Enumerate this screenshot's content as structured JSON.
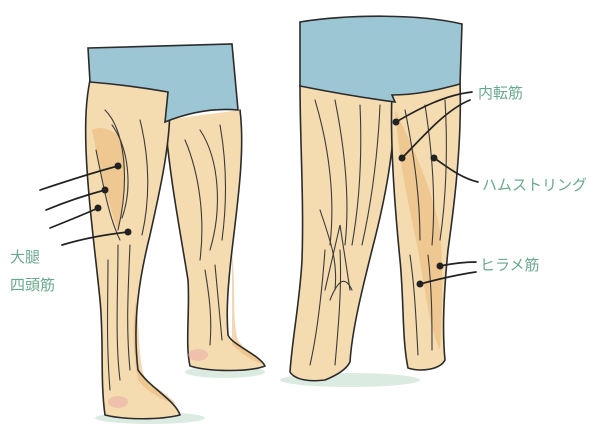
{
  "labels": {
    "quadriceps_line1": "大腿",
    "quadriceps_line2": "四頭筋",
    "adductors": "内転筋",
    "hamstrings": "ハムストリング",
    "soleus": "ヒラメ筋"
  },
  "colors": {
    "label_text": "#6aa98e",
    "shorts": "#9cc6d4",
    "skin": "#f5dcb0",
    "shadow": "#eab676",
    "outline": "#2b2b2b"
  }
}
